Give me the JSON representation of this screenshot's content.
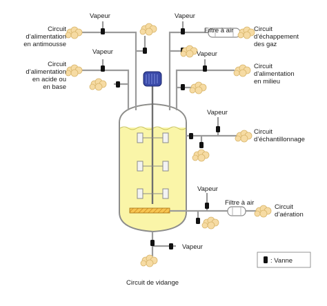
{
  "labels": {
    "vapeur": "Vapeur",
    "filtre_air": "Filtre à air",
    "antimousse": [
      "Circuit",
      "d’alimentation",
      "en antimousse"
    ],
    "acide_base": [
      "Circuit",
      "d’alimentation",
      "en acide ou",
      "en base"
    ],
    "echappement": [
      "Circuit",
      "d’échappement",
      "des gaz"
    ],
    "milieu": [
      "Circuit",
      "d’alimentation",
      "en milieu"
    ],
    "echantillonnage": [
      "Circuit",
      "d’échantillonnage"
    ],
    "aeration": [
      "Circuit",
      "d’aération"
    ],
    "vidange": "Circuit de vidange",
    "legend": ": Vanne"
  },
  "colors": {
    "vessel_fill": "#faf5a8",
    "vessel_stroke": "#8c8c8c",
    "pipe": "#9a9a9a",
    "steam_cloud": "#f6dba3",
    "motor": "#3a4aa8",
    "valve": "#111111",
    "sparger": "#f2b53a"
  }
}
